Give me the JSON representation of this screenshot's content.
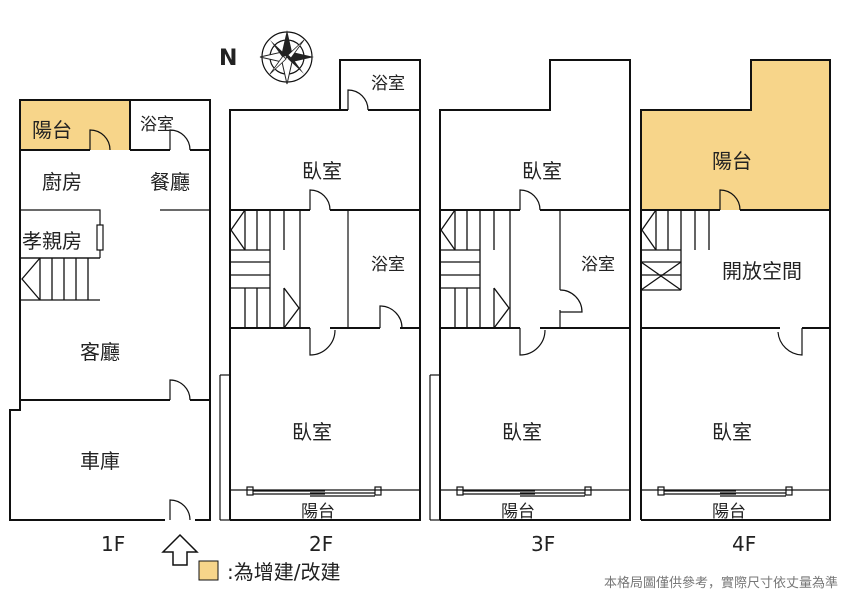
{
  "compass": {
    "label": "N"
  },
  "floors": [
    {
      "label": "1F",
      "rooms": [
        "陽台",
        "浴室",
        "廚房",
        "餐廳",
        "孝親房",
        "客廳",
        "車庫"
      ]
    },
    {
      "label": "2F",
      "rooms": [
        "浴室",
        "臥室",
        "浴室",
        "臥室",
        "陽台"
      ]
    },
    {
      "label": "3F",
      "rooms": [
        "臥室",
        "浴室",
        "臥室",
        "陽台"
      ]
    },
    {
      "label": "4F",
      "rooms": [
        "陽台",
        "開放空間",
        "臥室",
        "陽台"
      ]
    }
  ],
  "legend": {
    "text": ":為增建/改建",
    "color": "#f7d58a"
  },
  "disclaimer": "本格局圖僅供參考，實際尺寸依丈量為準"
}
